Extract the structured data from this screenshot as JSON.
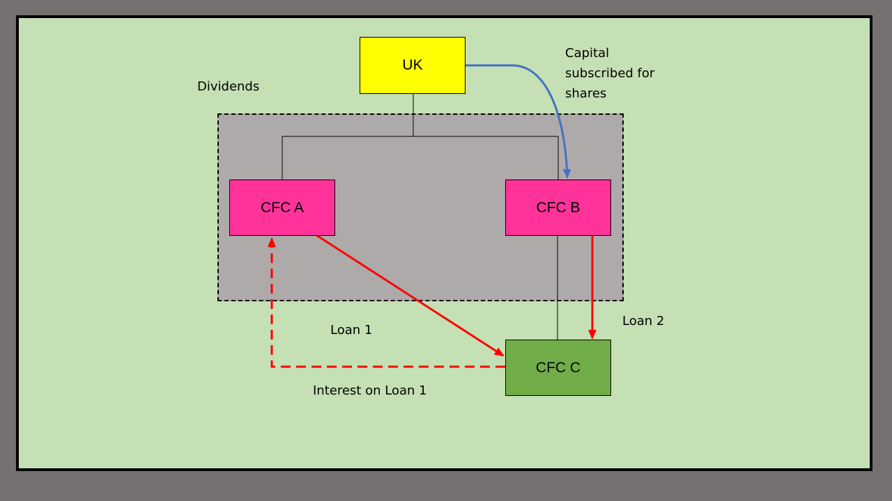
{
  "diagram": {
    "colors": {
      "background_outer": "#767171",
      "slide": "#c5e0b4",
      "group": "#aeaaaa",
      "uk": "#ffff00",
      "cfc_pink": "#ff3399",
      "cfc_green": "#70ad47",
      "loan_arrow": "#ff0000",
      "capital_arrow": "#4472c4"
    },
    "nodes": {
      "uk": "UK",
      "cfc_a": "CFC A",
      "cfc_b": "CFC B",
      "cfc_c": "CFC C"
    },
    "labels": {
      "dividends": "Dividends",
      "capital_line1": "Capital",
      "capital_line2": "subscribed for",
      "capital_line3": "shares",
      "loan1": "Loan 1",
      "loan2": "Loan 2",
      "interest": "Interest on Loan 1"
    },
    "edges": [
      {
        "from": "UK",
        "to": "CFC A",
        "type": "ownership"
      },
      {
        "from": "UK",
        "to": "CFC B",
        "type": "ownership"
      },
      {
        "from": "CFC B",
        "to": "CFC C",
        "type": "ownership"
      },
      {
        "from": "UK",
        "to": "CFC B",
        "type": "capital",
        "label": "Capital subscribed for shares"
      },
      {
        "from": "CFC A",
        "to": "CFC C",
        "type": "loan",
        "label": "Loan 1"
      },
      {
        "from": "CFC B",
        "to": "CFC C",
        "type": "loan",
        "label": "Loan 2"
      },
      {
        "from": "CFC C",
        "to": "CFC A",
        "type": "interest",
        "label": "Interest on Loan 1"
      }
    ]
  }
}
